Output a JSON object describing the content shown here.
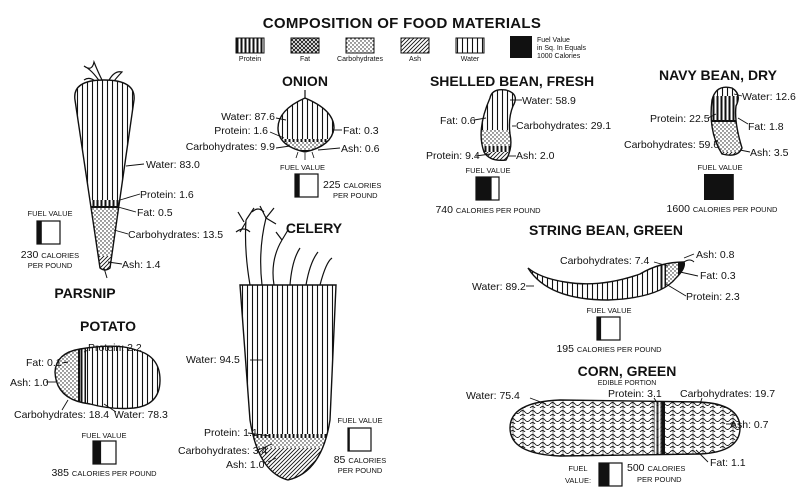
{
  "title": "COMPOSITION OF FOOD MATERIALS",
  "legend": {
    "items": [
      {
        "label": "Protein",
        "pattern": "protein"
      },
      {
        "label": "Fat",
        "pattern": "fat"
      },
      {
        "label": "Carbohydrates",
        "pattern": "carb"
      },
      {
        "label": "Ash",
        "pattern": "ash"
      },
      {
        "label": "Water",
        "pattern": "water"
      }
    ],
    "fuel_key": [
      "Fuel Value",
      "in Sq. In Equals",
      "1000 Calories"
    ]
  },
  "fuel_value_label": "FUEL VALUE",
  "fuel_value_split": [
    "FUEL",
    "VALUE:"
  ],
  "calories_label": "CALORIES PER POUND",
  "calories_split": [
    "CALORIES",
    "PER POUND"
  ],
  "foods": {
    "parsnip": {
      "name": "PARSNIP",
      "water": "Water: 83.0",
      "protein": "Protein: 1.6",
      "fat": "Fat: 0.5",
      "carb": "Carbohydrates: 13.5",
      "ash": "Ash: 1.4",
      "calories": "230",
      "fuel_value": 230
    },
    "onion": {
      "name": "ONION",
      "water": "Water: 87.6",
      "protein": "Protein: 1.6",
      "carb": "Carbohydrates: 9.9",
      "fat": "Fat: 0.3",
      "ash": "Ash: 0.6",
      "calories": "225",
      "fuel_value": 225
    },
    "potato": {
      "name": "POTATO",
      "protein": "Protein: 2.2",
      "fat": "Fat: 0.1",
      "ash": "Ash: 1.0",
      "carb": "Carbohydrates: 18.4",
      "water": "Water: 78.3",
      "calories": "385",
      "fuel_value": 385
    },
    "celery": {
      "name": "CELERY",
      "water": "Water: 94.5",
      "protein": "Protein: 1.1",
      "carb": "Carbohydrates: 3.4",
      "ash": "Ash: 1.0",
      "calories": "85",
      "fuel_value": 85
    },
    "shelled_bean": {
      "name": "SHELLED BEAN, FRESH",
      "water": "Water: 58.9",
      "fat": "Fat: 0.6",
      "carb": "Carbohydrates: 29.1",
      "protein": "Protein: 9.4",
      "ash": "Ash: 2.0",
      "calories": "740",
      "fuel_value": 740
    },
    "navy_bean": {
      "name": "NAVY BEAN, DRY",
      "water": "Water: 12.6",
      "protein": "Protein: 22.5",
      "fat": "Fat: 1.8",
      "carb": "Carbohydrates: 59.6",
      "ash": "Ash: 3.5",
      "calories": "1600",
      "fuel_value": 1600
    },
    "string_bean": {
      "name": "STRING BEAN, GREEN",
      "carb": "Carbohydrates: 7.4",
      "ash": "Ash: 0.8",
      "fat": "Fat: 0.3",
      "water": "Water: 89.2",
      "protein": "Protein: 2.3",
      "calories": "195",
      "fuel_value": 195
    },
    "corn": {
      "name": "CORN, GREEN",
      "subtitle": "EDIBLE PORTION",
      "water": "Water: 75.4",
      "protein": "Protein: 3.1",
      "carb": "Carbohydrates: 19.7",
      "ash": "Ash: 0.7",
      "fat": "Fat: 1.1",
      "calories": "500",
      "fuel_value": 500
    }
  }
}
